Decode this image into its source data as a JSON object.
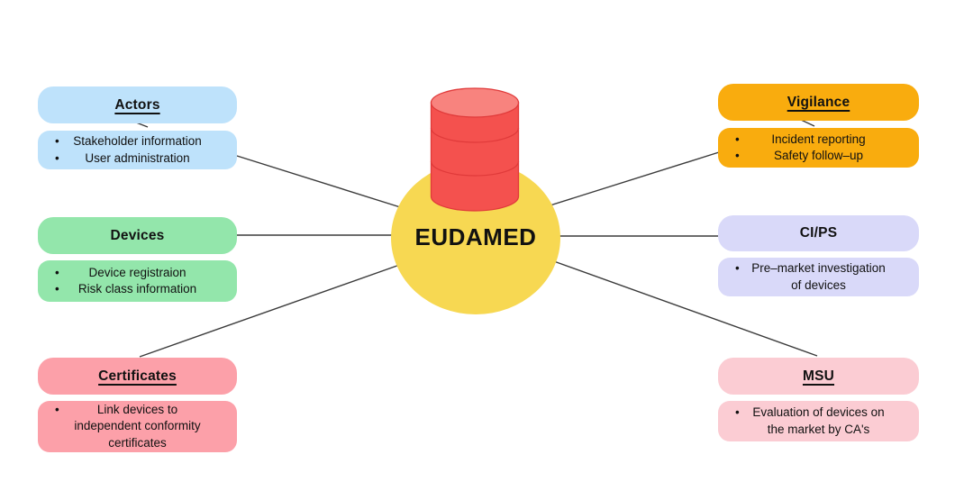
{
  "center": {
    "label": "EUDAMED",
    "icon": "database-icon"
  },
  "ui": {
    "bullet_glyph": "•"
  },
  "colors": {
    "actors": "#BEE2FB",
    "devices": "#93E6AB",
    "certificates": "#FCA0A9",
    "vigilance": "#F9AC0E",
    "cips": "#D9D9F9",
    "msu": "#FBCCD3",
    "center_circle": "#F7D852",
    "database_red": "#F4514E",
    "database_red_light": "#F8837E",
    "database_red_dark": "#E03A3A",
    "connector_line": "#3B3B3B"
  },
  "panels": {
    "actors": {
      "title": "Actors",
      "items": [
        {
          "lines": [
            "Stakeholder information"
          ]
        },
        {
          "lines": [
            "User administration"
          ]
        }
      ]
    },
    "devices": {
      "title": "Devices",
      "items": [
        {
          "lines": [
            "Device registraion"
          ]
        },
        {
          "lines": [
            "Risk class information"
          ]
        }
      ]
    },
    "certificates": {
      "title": "Certificates",
      "items": [
        {
          "lines": [
            "Link devices to",
            "independent conformity",
            "certificates"
          ]
        }
      ]
    },
    "vigilance": {
      "title": "Vigilance",
      "items": [
        {
          "lines": [
            "Incident reporting"
          ]
        },
        {
          "lines": [
            "Safety follow–up"
          ]
        }
      ]
    },
    "cips": {
      "title": "CI/PS",
      "items": [
        {
          "lines": [
            "Pre–market investigation",
            "of devices"
          ]
        }
      ]
    },
    "msu": {
      "title": "MSU",
      "items": [
        {
          "lines": [
            "Evaluation of devices on",
            "the market by CA's"
          ]
        }
      ]
    }
  }
}
